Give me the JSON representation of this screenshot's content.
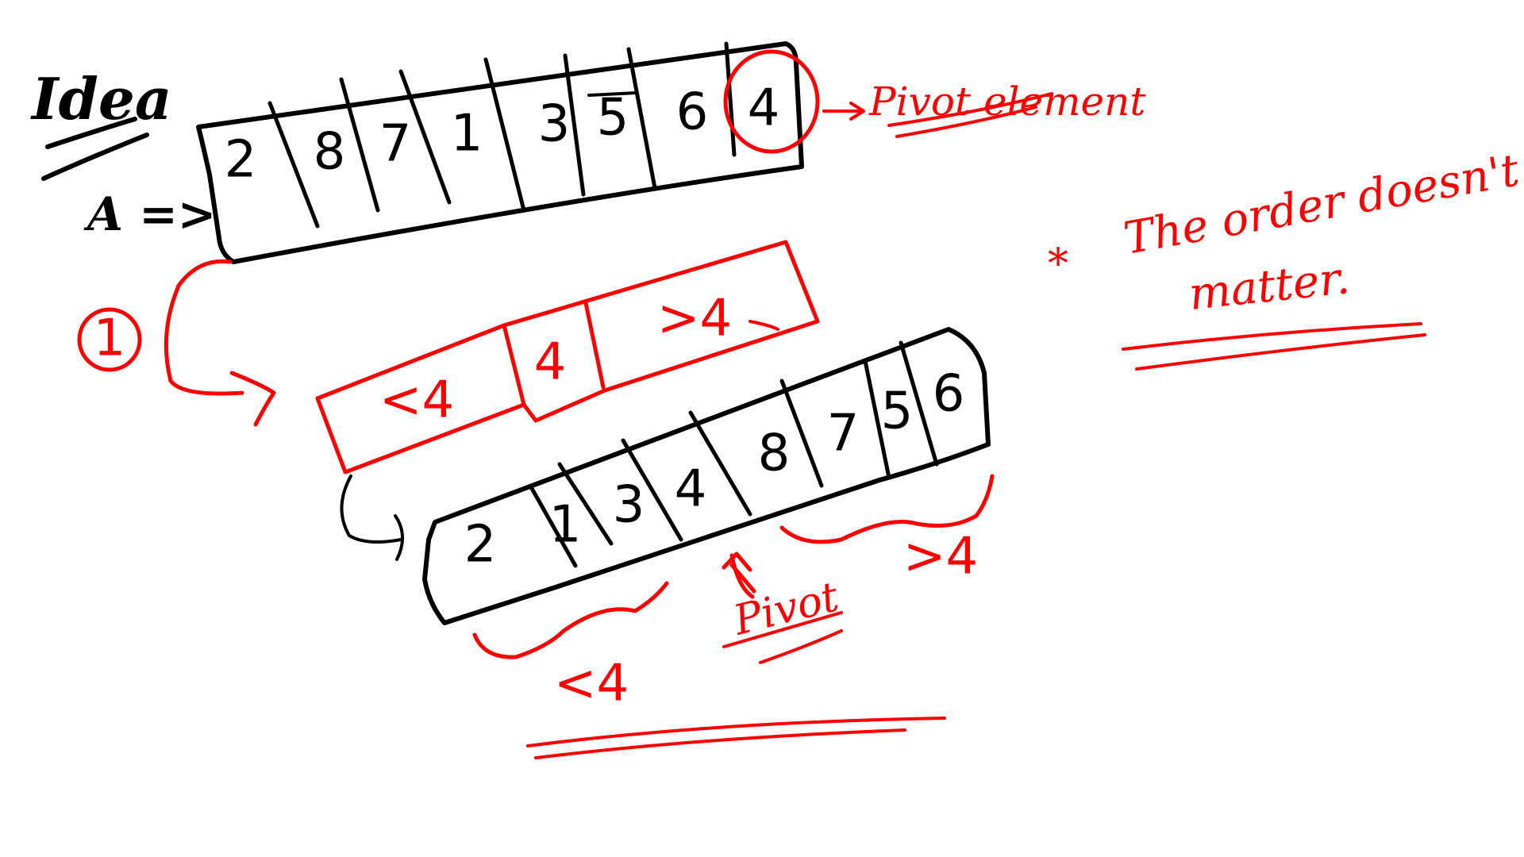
{
  "title": "Idea",
  "array_label": "A =>",
  "original_array": [
    "2",
    "8",
    "7",
    "1",
    "3",
    "5",
    "6",
    "4"
  ],
  "pivot_note": "Pivot element",
  "step_marker": "1",
  "partition_scheme": {
    "left": "<4",
    "middle": "4",
    "right": ">4"
  },
  "partitioned_array": [
    "2",
    "1",
    "3",
    "4",
    "8",
    "7",
    "5",
    "6"
  ],
  "pivot_label": "Pivot",
  "less_label": "<4",
  "greater_label": ">4",
  "order_note_line1": "The order doesn't",
  "order_note_line2": "matter.",
  "star_symbol": "*",
  "colors": {
    "ink": "#000000",
    "accent": "#ff0000",
    "background": "#ffffff"
  }
}
